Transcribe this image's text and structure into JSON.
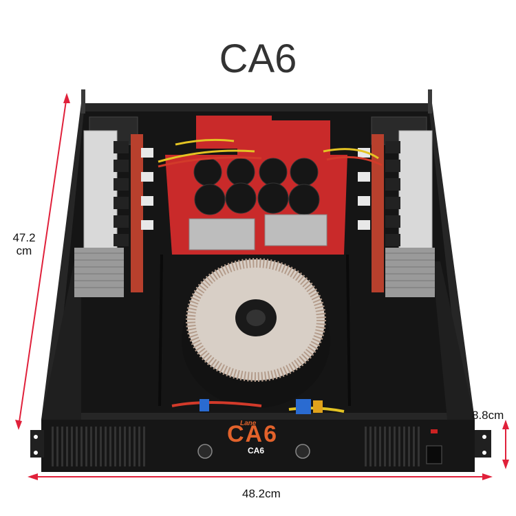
{
  "title": "CA6",
  "dimensions": {
    "depth": "47.2",
    "depth_unit": "cm",
    "height": "8.8cm",
    "width": "48.2cm"
  },
  "front_panel": {
    "model_large": "CA6",
    "model_small": "CA6",
    "brand": "Lane"
  },
  "colors": {
    "arrow": "#e0203a",
    "chassis": "#1c1c1c",
    "pcb": "#c92a2a",
    "heatsink": "#d9d9d9",
    "front_logo": "#e2622b"
  }
}
